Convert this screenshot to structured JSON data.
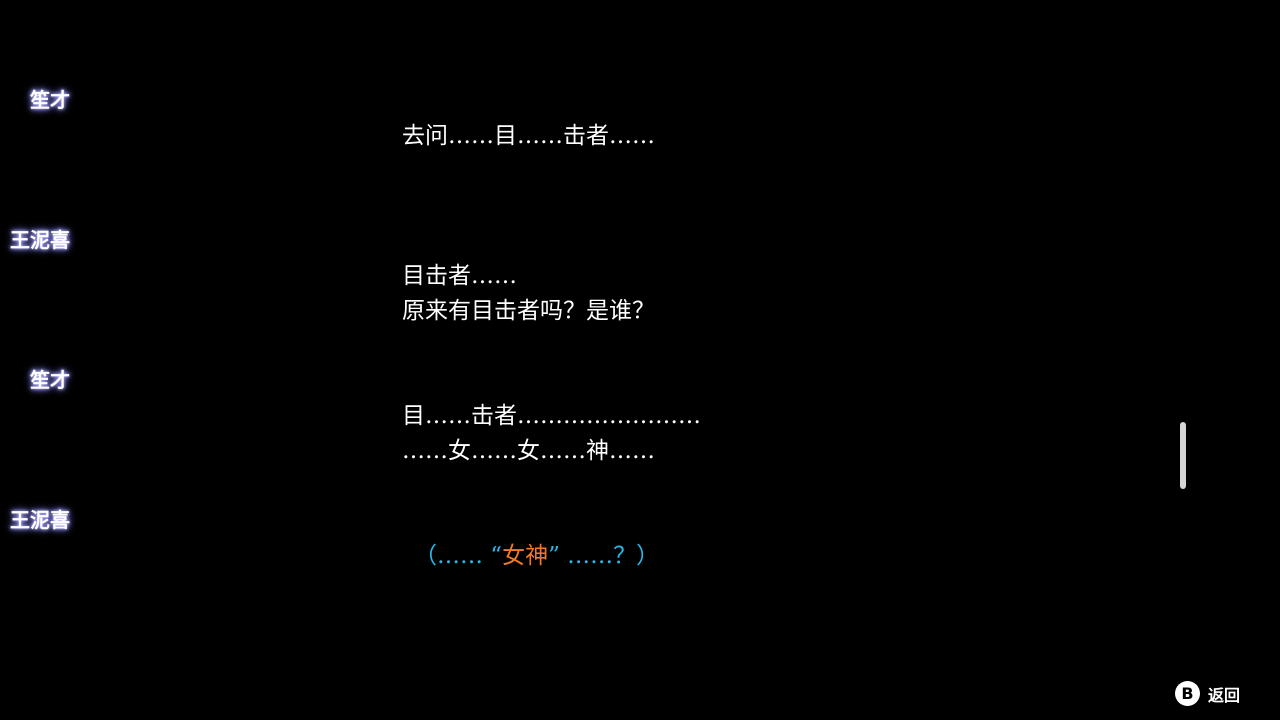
{
  "backlog": {
    "entries": [
      {
        "speaker": "笙才",
        "lines": [
          "去问……目……击者……"
        ]
      },
      {
        "speaker": "王泥喜",
        "lines": [
          "目击者……",
          "原来有目击者吗？是谁？"
        ]
      },
      {
        "speaker": "笙才",
        "lines": [
          "目……击者……………………",
          "……女……女……神……"
        ]
      },
      {
        "speaker": "王泥喜",
        "thought": {
          "before": "（…… “",
          "highlight": "女神",
          "after": "” ……？）"
        }
      }
    ]
  },
  "footer": {
    "back_button_glyph": "B",
    "back_label": "返回"
  },
  "colors": {
    "background": "#000000",
    "speaker_glow": "#8d8cf0",
    "thought_text": "#27b8e8",
    "highlight_text": "#f07a2a",
    "scrollbar": "#d6d6d6"
  }
}
